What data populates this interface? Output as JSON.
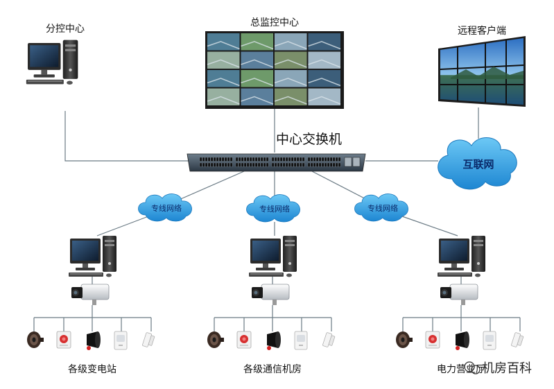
{
  "top": {
    "branch_center": {
      "label": "分控中心"
    },
    "main_center": {
      "label": "总监控中心"
    },
    "remote_client": {
      "label": "远程客户端"
    }
  },
  "switch": {
    "label": "中心交换机"
  },
  "internet": {
    "label": "互联网"
  },
  "private_network": {
    "label": "专线网络"
  },
  "sites": [
    {
      "label": "各级变电站"
    },
    {
      "label": "各级通信机房"
    },
    {
      "label": "电力营业厅"
    }
  ],
  "watermark": {
    "text": "机房百科"
  },
  "colors": {
    "line": "#6a7a84",
    "cloud": "#2e9be0",
    "cloud_text": "#0a2a6a",
    "switch_body": "#3e4d5c"
  }
}
